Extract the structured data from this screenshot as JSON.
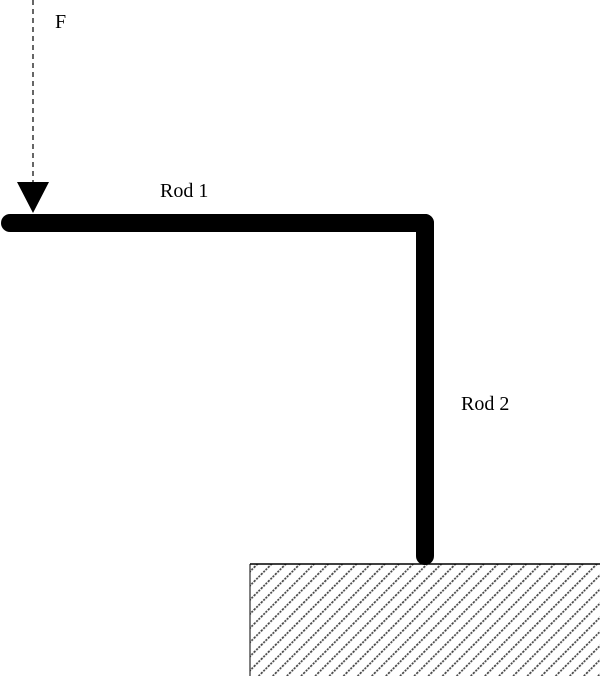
{
  "labels": {
    "force": "F",
    "rod1": "Rod 1",
    "rod2": "Rod 2"
  },
  "colors": {
    "rod": "#000000",
    "ground_hatch": "#444444",
    "ground_border": "#000000",
    "background": "#ffffff"
  }
}
